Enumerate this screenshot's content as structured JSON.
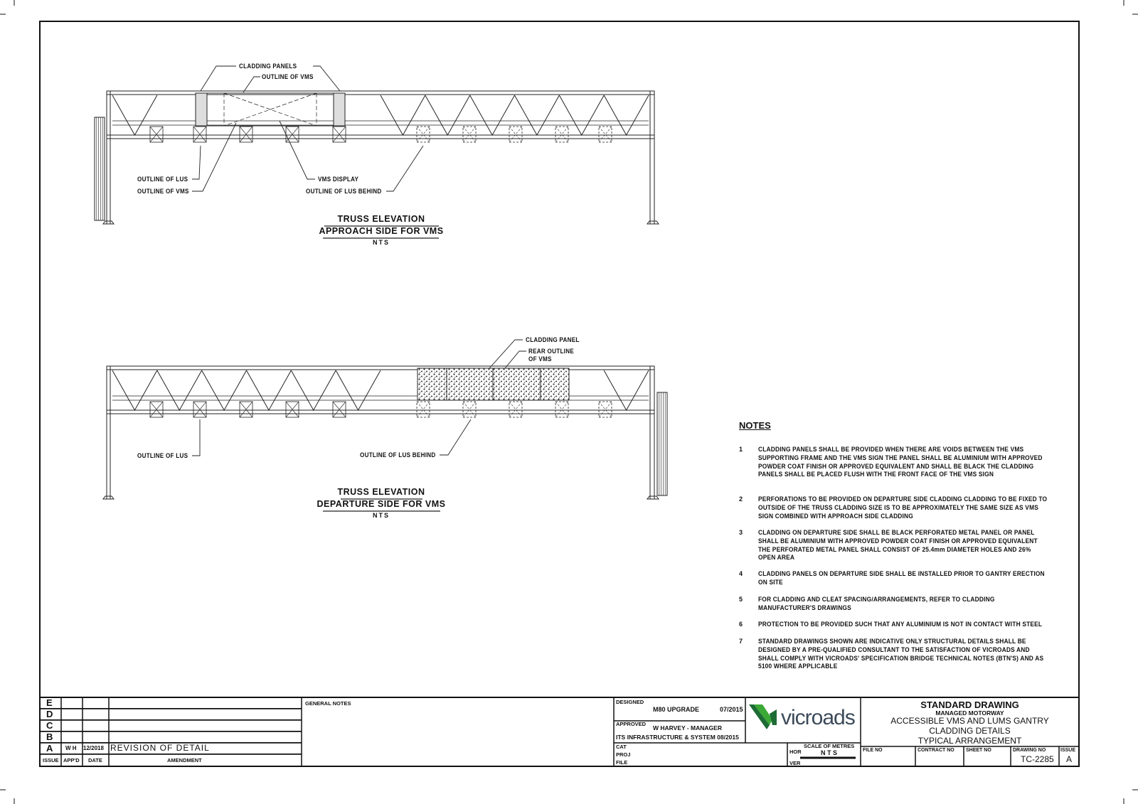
{
  "top_view": {
    "labels": {
      "cladding_panels": "CLADDING PANELS",
      "outline_of_vms_top": "OUTLINE OF VMS",
      "outline_of_lus": "OUTLINE OF LUS",
      "outline_of_vms": "OUTLINE OF VMS",
      "vms_display": "VMS DISPLAY",
      "outline_of_lus_behind": "OUTLINE OF LUS BEHIND"
    },
    "title": "TRUSS ELEVATION",
    "subtitle": "APPROACH SIDE FOR VMS",
    "scale": "NTS"
  },
  "bottom_view": {
    "labels": {
      "cladding_panel": "CLADDING PANEL",
      "rear_outline_1": "REAR OUTLINE",
      "rear_outline_2": "OF VMS",
      "outline_of_lus": "OUTLINE OF LUS",
      "outline_of_lus_behind": "OUTLINE OF LUS BEHIND"
    },
    "title": "TRUSS ELEVATION",
    "subtitle": "DEPARTURE SIDE FOR VMS",
    "scale": "NTS"
  },
  "notes": {
    "title": "NOTES",
    "items": [
      {
        "num": "1",
        "text": "CLADDING PANELS SHALL BE PROVIDED WHEN THERE ARE VOIDS BETWEEN THE VMS SUPPORTING FRAME AND THE VMS SIGN THE PANEL SHALL BE ALUMINIUM WITH APPROVED POWDER COAT FINISH OR APPROVED EQUIVALENT AND SHALL BE BLACK THE CLADDING PANELS SHALL BE PLACED FLUSH WITH THE FRONT FACE OF THE VMS SIGN"
      },
      {
        "num": "2",
        "text": "PERFORATIONS TO BE PROVIDED ON DEPARTURE SIDE CLADDING CLADDING TO BE FIXED TO OUTSIDE OF THE TRUSS CLADDING SIZE IS TO BE APPROXIMATELY THE SAME SIZE AS VMS SIGN COMBINED WITH APPROACH SIDE CLADDING"
      },
      {
        "num": "3",
        "text": "CLADDING ON DEPARTURE SIDE SHALL BE BLACK PERFORATED METAL PANEL OR PANEL SHALL BE ALUMINIUM WITH APPROVED POWDER COAT FINISH OR APPROVED EQUIVALENT THE PERFORATED METAL PANEL SHALL CONSIST OF 25.4mm DIAMETER HOLES AND 26%  OPEN AREA"
      },
      {
        "num": "4",
        "text": "CLADDING PANELS ON DEPARTURE SIDE SHALL BE INSTALLED PRIOR TO GANTRY ERECTION ON SITE"
      },
      {
        "num": "5",
        "text": "FOR CLADDING AND CLEAT SPACING/ARRANGEMENTS, REFER TO CLADDING MANUFACTURER'S DRAWINGS"
      },
      {
        "num": "6",
        "text": "PROTECTION TO BE PROVIDED SUCH THAT ANY ALUMINIUM IS NOT IN CONTACT WITH STEEL"
      },
      {
        "num": "7",
        "text": "STANDARD DRAWINGS SHOWN ARE INDICATIVE ONLY STRUCTURAL DETAILS SHALL BE DESIGNED BY A PRE-QUALIFIED CONSULTANT TO THE SATISFACTION OF VICROADS AND SHALL COMPLY WITH VICROADS' SPECIFICATION BRIDGE TECHNICAL NOTES (BTN'S) AND AS 5100 WHERE APPLICABLE"
      }
    ]
  },
  "revisions": {
    "rows": [
      {
        "issue": "E",
        "appd": "",
        "date": "",
        "amendment": ""
      },
      {
        "issue": "D",
        "appd": "",
        "date": "",
        "amendment": ""
      },
      {
        "issue": "C",
        "appd": "",
        "date": "",
        "amendment": ""
      },
      {
        "issue": "B",
        "appd": "",
        "date": "",
        "amendment": ""
      },
      {
        "issue": "A",
        "appd": "W H",
        "date": "12/2018",
        "amendment": "REVISION OF DETAIL"
      }
    ],
    "headers": {
      "issue": "ISSUE",
      "appd": "APP'D",
      "date": "DATE",
      "amendment": "AMENDMENT"
    }
  },
  "general_notes_label": "GENERAL NOTES",
  "title_block": {
    "designed_label": "DESIGNED",
    "designed_value": "M80 UPGRADE",
    "designed_date": "07/2015",
    "approved_label": "APPROVED",
    "approved_name": "W HARVEY - MANAGER",
    "approved_dept": "ITS INFRASTRUCTURE & SYSTEM 08/2015",
    "cat_label": "CAT",
    "proj_label": "PROJ",
    "file_label": "FILE",
    "hor_label": "HOR",
    "ver_label": "VER",
    "scale_label": "SCALE OF METRES",
    "scale_value": "N T S",
    "logo_text": "vicroads",
    "logo_color": "#3aa935",
    "standard_drawing": "STANDARD DRAWING",
    "program": "MANAGED MOTORWAY",
    "title_1": "ACCESSIBLE VMS AND LUMS GANTRY",
    "title_2": "CLADDING DETAILS",
    "title_3": "TYPICAL ARRANGEMENT",
    "file_no_label": "FILE NO",
    "contract_no_label": "CONTRACT NO",
    "sheet_no_label": "SHEET NO",
    "drawing_no_label": "DRAWING NO",
    "drawing_no": "TC-2285",
    "issue_label": "ISSUE",
    "issue": "A"
  }
}
